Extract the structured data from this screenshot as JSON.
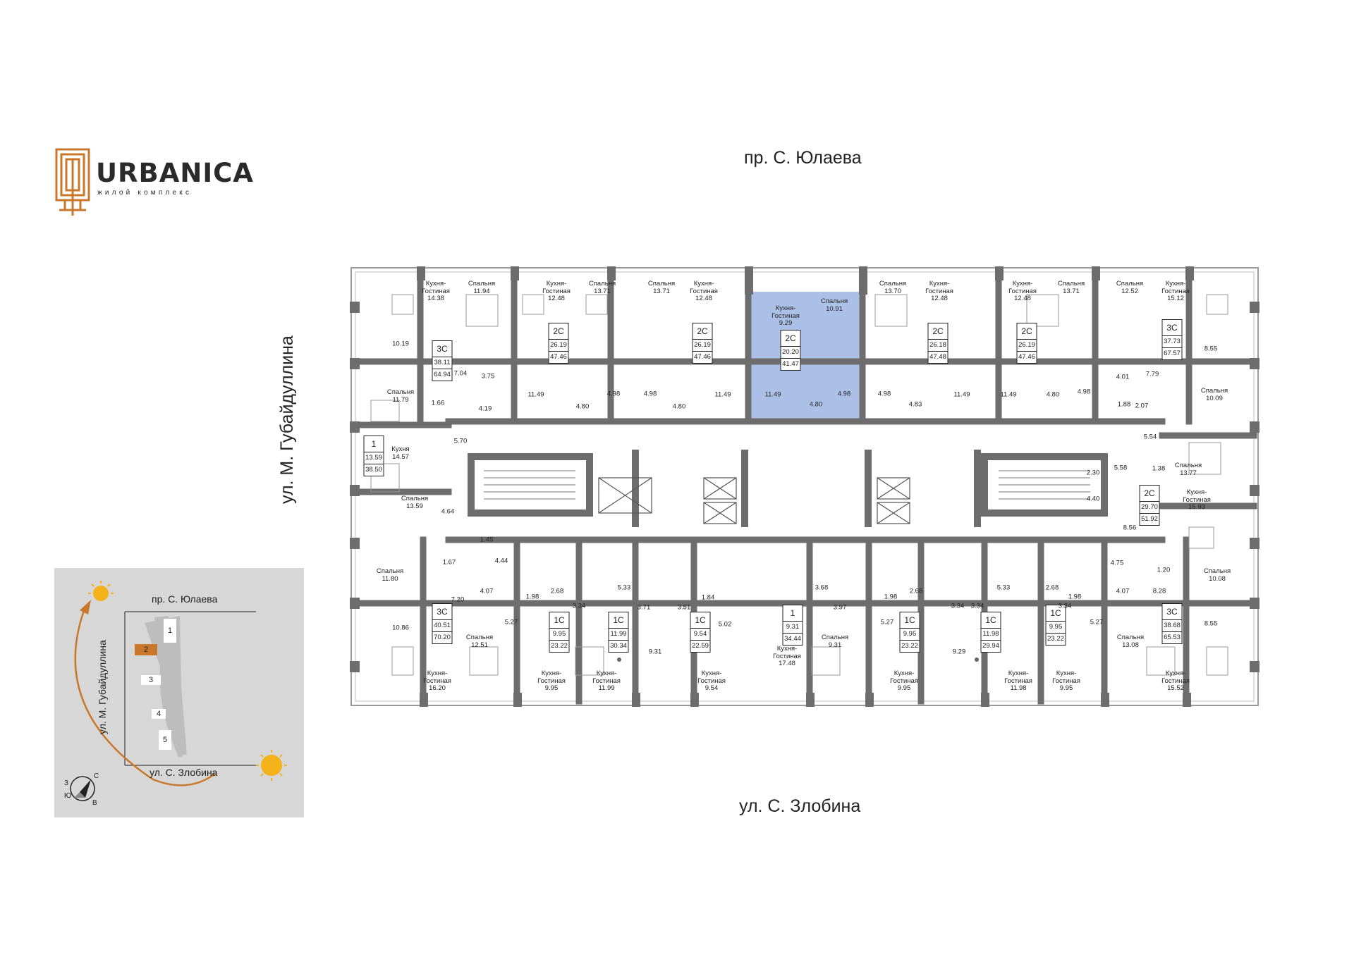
{
  "logo": {
    "name": "URBANICA",
    "subtitle": "жилой комплекс"
  },
  "streets": {
    "north": "пр. С. Юлаева",
    "south": "ул. С. Злобина",
    "west": "ул. М. Губайдуллина"
  },
  "highlight_color": "#9db5e3",
  "wall_color": "#6d6d6d",
  "logo_color": "#c9772a",
  "apartments": [
    {
      "type": "3С",
      "living": "38.11",
      "total": "64.94"
    },
    {
      "type": "2С",
      "living": "26.19",
      "total": "47.46"
    },
    {
      "type": "2С",
      "living": "26.19",
      "total": "47.46"
    },
    {
      "type": "2С",
      "living": "20.20",
      "total": "41.47",
      "selected": true
    },
    {
      "type": "2С",
      "living": "26.18",
      "total": "47.48"
    },
    {
      "type": "2С",
      "living": "26.19",
      "total": "47.46"
    },
    {
      "type": "3С",
      "living": "37.73",
      "total": "67.57"
    },
    {
      "type": "1",
      "living": "13.59",
      "total": "38.50"
    },
    {
      "type": "2С",
      "living": "29.70",
      "total": "51.92"
    },
    {
      "type": "3С",
      "living": "40.51",
      "total": "70.20"
    },
    {
      "type": "1С",
      "living": "9.95",
      "total": "23.22"
    },
    {
      "type": "1С",
      "living": "11.99",
      "total": "30.34"
    },
    {
      "type": "1С",
      "living": "9.54",
      "total": "22.59"
    },
    {
      "type": "1",
      "living": "9.31",
      "total": "34.44"
    },
    {
      "type": "1С",
      "living": "9.95",
      "total": "23.22"
    },
    {
      "type": "1С",
      "living": "11.98",
      "total": "29.94"
    },
    {
      "type": "1С",
      "living": "9.95",
      "total": "23.22"
    },
    {
      "type": "3С",
      "living": "38.68",
      "total": "65.53"
    }
  ],
  "rooms": [
    {
      "name": "Кухня-\nГостиная",
      "area": "14.38"
    },
    {
      "name": "Спальня",
      "area": "11.94"
    },
    {
      "name": "Кухня-\nГостиная",
      "area": "12.48"
    },
    {
      "name": "Спальня",
      "area": "13.71"
    },
    {
      "name": "Спальня",
      "area": "13.71"
    },
    {
      "name": "Кухня-\nГостиная",
      "area": "12.48"
    },
    {
      "name": "Кухня-\nГостиная",
      "area": "9.29"
    },
    {
      "name": "Спальня",
      "area": "10.91"
    },
    {
      "name": "Спальня",
      "area": "13.70"
    },
    {
      "name": "Кухня-\nГостиная",
      "area": "12.48"
    },
    {
      "name": "Кухня-\nГостиная",
      "area": "12.48"
    },
    {
      "name": "Спальня",
      "area": "13.71"
    },
    {
      "name": "Спальня",
      "area": "12.52"
    },
    {
      "name": "Кухня-\nГостиная",
      "area": "15.12"
    },
    {
      "name": "Спальня",
      "area": "11.79"
    },
    {
      "name": "Кухня",
      "area": "14.57"
    },
    {
      "name": "Спальня",
      "area": "13.59"
    },
    {
      "name": "Спальня",
      "area": "11.80"
    },
    {
      "name": "Спальня",
      "area": "10.09"
    },
    {
      "name": "Спальня",
      "area": "13.77"
    },
    {
      "name": "Кухня-\nГостиная",
      "area": "15.93"
    },
    {
      "name": "Спальня",
      "area": "10.08"
    },
    {
      "name": "Спальня",
      "area": "12.51"
    },
    {
      "name": "Кухня-\nГостиная",
      "area": "16.20"
    },
    {
      "name": "Кухня-\nГостиная",
      "area": "9.95"
    },
    {
      "name": "Кухня-\nГостиная",
      "area": "11.99"
    },
    {
      "name": "Кухня-\nГостиная",
      "area": "9.54"
    },
    {
      "name": "Кухня-\nГостиная",
      "area": "17.48"
    },
    {
      "name": "Спальня",
      "area": "9.31"
    },
    {
      "name": "Кухня-\nГостиная",
      "area": "9.95"
    },
    {
      "name": "Кухня-\nГостиная",
      "area": "11.98"
    },
    {
      "name": "Кухня-\nГостиная",
      "area": "9.95"
    },
    {
      "name": "Спальня",
      "area": "13.08"
    },
    {
      "name": "Кухня-\nГостиная",
      "area": "15.52"
    }
  ],
  "areas": [
    "10.19",
    "7.04",
    "3.75",
    "11.49",
    "4.80",
    "4.98",
    "4.98",
    "4.80",
    "11.49",
    "11.49",
    "4.80",
    "4.98",
    "4.98",
    "4.83",
    "11.49",
    "11.49",
    "4.80",
    "4.98",
    "4.01",
    "7.79",
    "1.66",
    "4.19",
    "5.70",
    "1.88",
    "2.07",
    "5.54",
    "5.58",
    "1.38",
    "2.30",
    "4.40",
    "4.64",
    "1.45",
    "4.44",
    "1.67",
    "8.56",
    "4.75",
    "1.20",
    "4.07",
    "1.98",
    "2.68",
    "5.33",
    "3.68",
    "1.98",
    "2.68",
    "5.33",
    "2.68",
    "1.98",
    "4.07",
    "8.28",
    "7.20",
    "5.27",
    "3.34",
    "3.71",
    "3.51",
    "1.84",
    "3.97",
    "3.34",
    "3.34",
    "3.34",
    "5.27",
    "9.31",
    "9.29",
    "10.86",
    "5.02",
    "8.55",
    "8.55",
    "5.27"
  ],
  "mini_map": {
    "north_street": "пр. С. Юлаева",
    "south_street": "ул. С. Злобина",
    "west_street": "ул. М. Губайдуллина",
    "buildings": [
      "1",
      "2",
      "3",
      "4",
      "5"
    ],
    "current_building": "2",
    "compass": [
      "З",
      "С",
      "В",
      "Ю"
    ]
  }
}
